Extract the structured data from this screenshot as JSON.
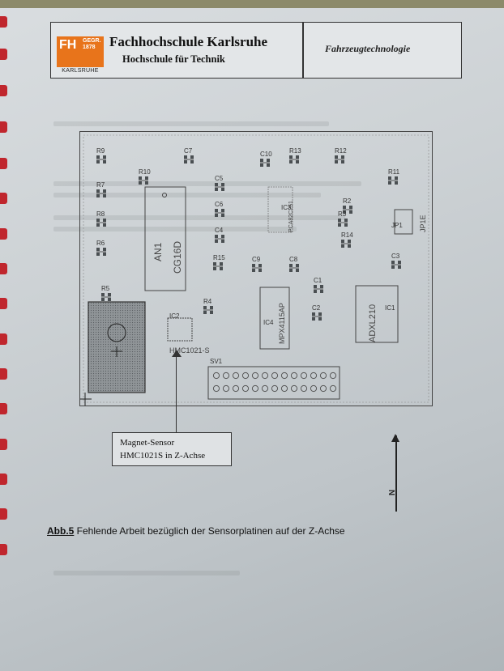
{
  "header": {
    "logo_fh": "FH",
    "logo_year": "GEGR. 1878",
    "logo_city": "KARLSRUHE",
    "title": "Fachhochschule Karlsruhe",
    "subtitle": "Hochschule für Technik",
    "department": "Fahrzeugtechnologie"
  },
  "board": {
    "component_labels": [
      "R9",
      "R10",
      "C7",
      "C10",
      "R13",
      "R12",
      "R11",
      "R7",
      "C5",
      "IC3",
      "R2",
      "R8",
      "C6",
      "R3",
      "JP1",
      "R6",
      "C4",
      "R14",
      "R15",
      "C9",
      "C8",
      "C3",
      "R5",
      "C1",
      "R4",
      "C2",
      "IC2",
      "IC4",
      "IC1",
      "SV1"
    ],
    "ic_labels": {
      "an1": "AN1",
      "cg16d": "CG16D",
      "hmc": "HMC1021-S",
      "adxl": "ADXL210",
      "mpx": "MPX4115AP",
      "jp": "JP1E",
      "ic3_part": "PCA82C251"
    }
  },
  "callout": {
    "line1": "Magnet-Sensor",
    "line2": "HMC1021S  in Z-Achse"
  },
  "north_label": "N",
  "caption": {
    "label": "Abb.5",
    "text": " Fehlende Arbeit bezüglich der Sensorplatinen auf der Z-Achse"
  }
}
